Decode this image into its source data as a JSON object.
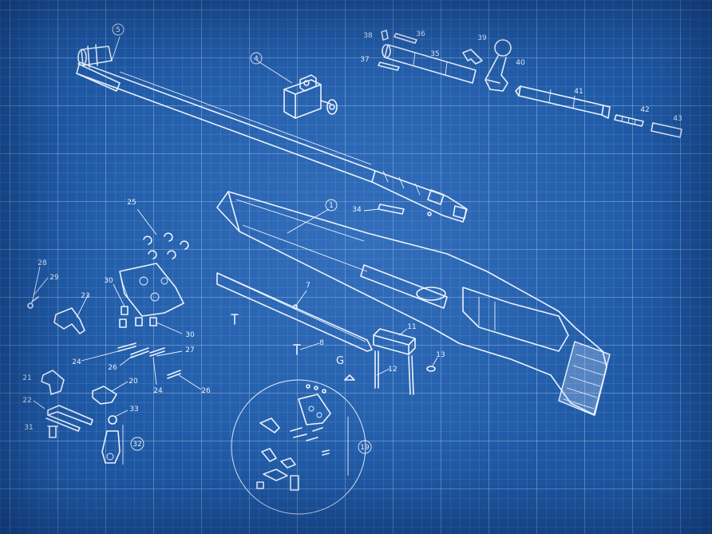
{
  "labels": {
    "l1": "1",
    "l4": "4",
    "l5": "5",
    "l7": "7",
    "l8": "8",
    "l11": "11",
    "l12": "12",
    "l13": "13",
    "l19": "19",
    "l20": "20",
    "l21": "21",
    "l22": "22",
    "l23": "23",
    "l24a": "24",
    "l24b": "24",
    "l25": "25",
    "l26a": "26",
    "l26b": "26",
    "l27": "27",
    "l28": "28",
    "l29": "29",
    "l30a": "30",
    "l30b": "30",
    "l31": "31",
    "l32": "32",
    "l33": "33",
    "l34": "34",
    "l35": "35",
    "l36": "36",
    "l37": "37",
    "l38": "38",
    "l39": "39",
    "l40": "40",
    "l41": "41",
    "l42": "42",
    "l43": "43",
    "lG": "G"
  },
  "colors": {
    "background": "#1f5aa6",
    "line": "#eaf3ff"
  }
}
